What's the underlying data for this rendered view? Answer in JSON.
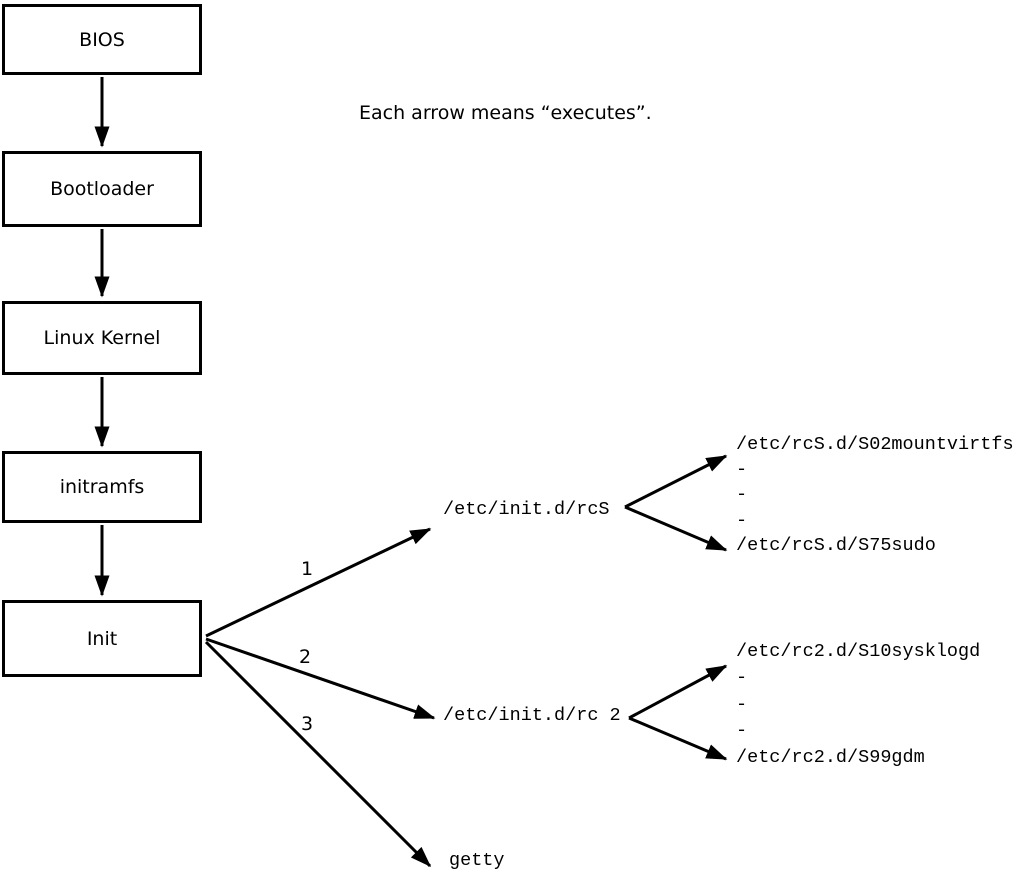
{
  "note": "Each arrow means “executes”.",
  "boxes": [
    {
      "label": "BIOS"
    },
    {
      "label": "Bootloader"
    },
    {
      "label": "Linux Kernel"
    },
    {
      "label": "initramfs"
    },
    {
      "label": "Init"
    }
  ],
  "arrow_labels": [
    "1",
    "2",
    "3"
  ],
  "targets": {
    "rcS_script": "/etc/init.d/rcS",
    "rc2_script": "/etc/init.d/rc 2",
    "getty": "getty"
  },
  "rcS_children": {
    "first": "/etc/rcS.d/S02mountvirtfs",
    "ellipsis": [
      "-",
      "-",
      "-"
    ],
    "last": "/etc/rcS.d/S75sudo"
  },
  "rc2_children": {
    "first": "/etc/rc2.d/S10sysklogd",
    "ellipsis": [
      "-",
      "-",
      "-"
    ],
    "last": "/etc/rc2.d/S99gdm"
  },
  "colors": {
    "line": "#000000",
    "background": "#ffffff"
  }
}
